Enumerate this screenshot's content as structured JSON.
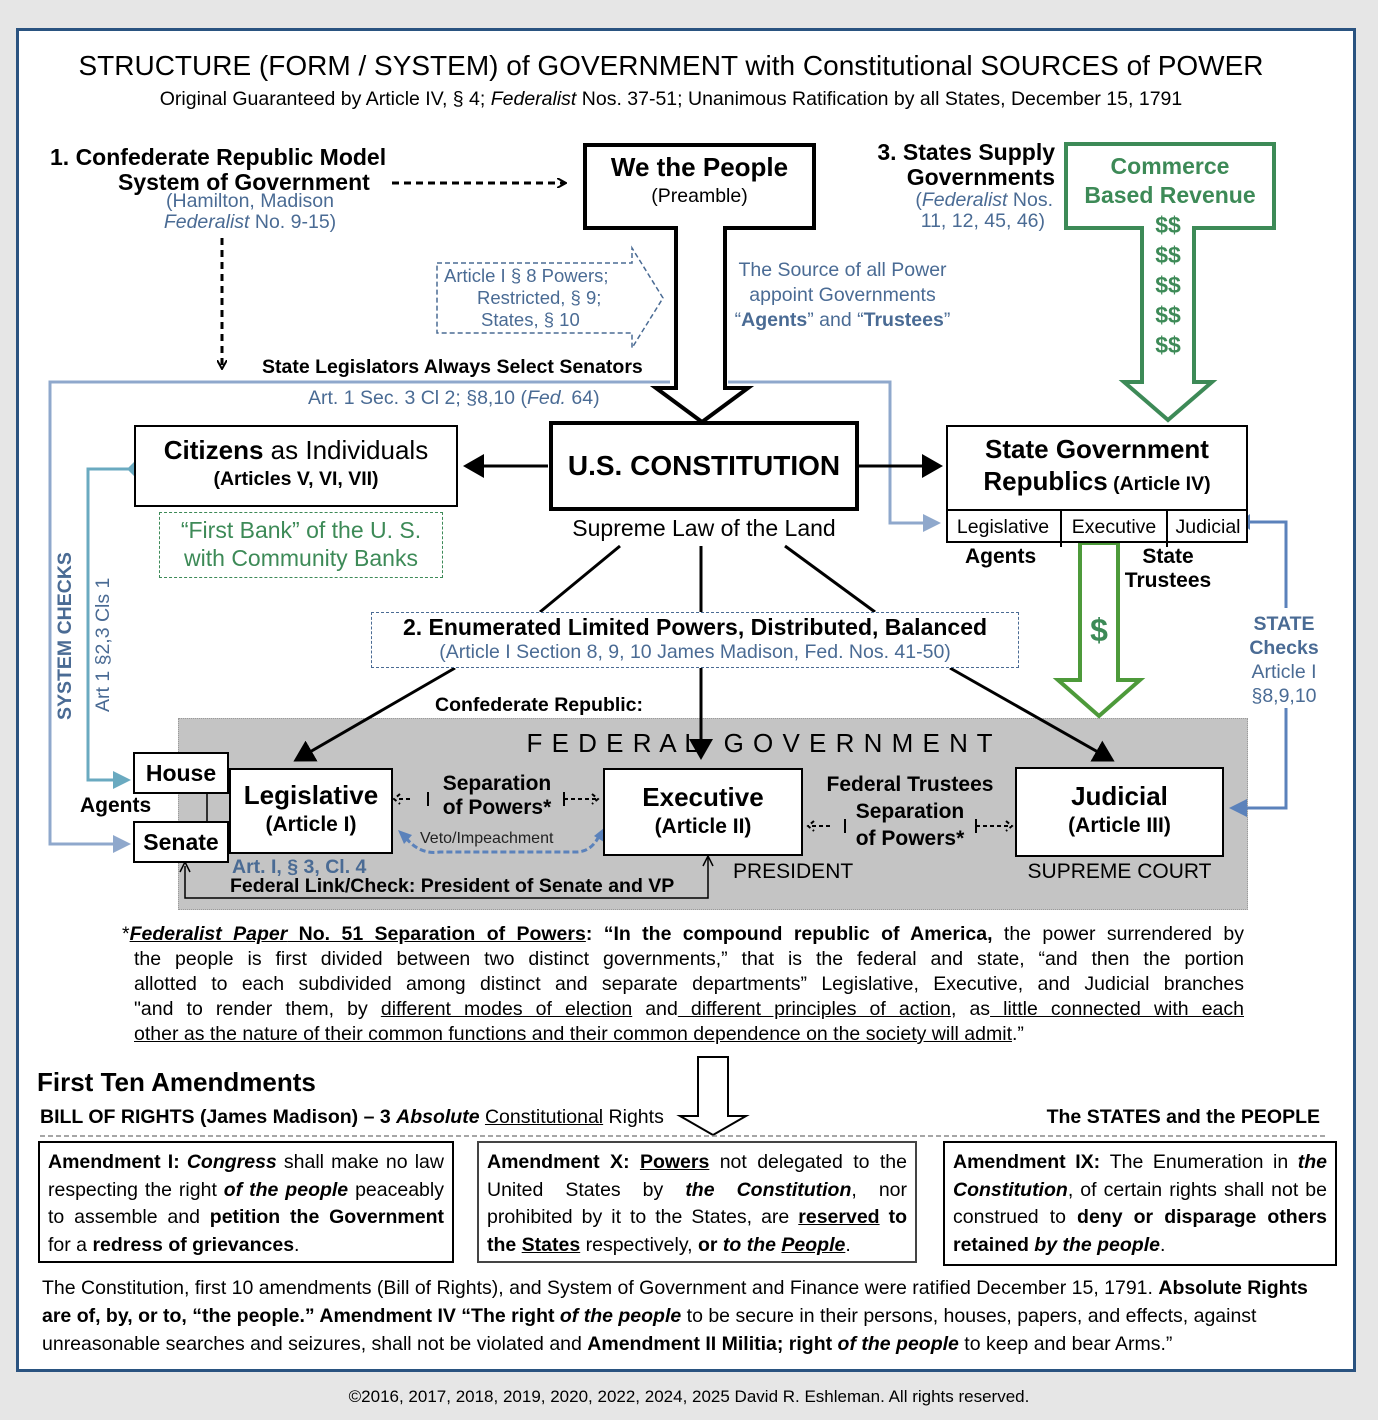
{
  "header": {
    "title": "STRUCTURE (FORM / SYSTEM) of GOVERNMENT with Constitutional SOURCES of POWER",
    "subtitle_a": "Original Guaranteed by Article IV, § 4; ",
    "subtitle_italic": "Federalist",
    "subtitle_b": " Nos. 37-51; Unanimous Ratification by all States, December 15, 1791"
  },
  "model1": {
    "line1": "1. Confederate Republic Model",
    "line2": "System of Government",
    "cite_line1": "(Hamilton, Madison",
    "cite_italic": "Federalist",
    "cite_line2": " No. 9-15)"
  },
  "people": {
    "title": "We the People",
    "sub": "(Preamble)"
  },
  "powers_arrow": {
    "line1": "Article I § 8 Powers;",
    "line2": "Restricted, § 9;",
    "line3": "States, § 10"
  },
  "source": {
    "line1": "The Source of all Power",
    "line2": "appoint Governments",
    "q1": "“",
    "agents": "Agents",
    "mid": "” and “",
    "trustees": "Trustees",
    "q2": "”"
  },
  "model3": {
    "line1": "3. States Supply",
    "line2": "Governments",
    "cite_open": "(",
    "cite_italic": "Federalist",
    "cite_a": " Nos.",
    "cite_b": "11, 12, 45, 46)"
  },
  "revenue": {
    "line1": "Commerce",
    "line2": "Based Revenue",
    "dollars": [
      "$$",
      "$$",
      "$$",
      "$$",
      "$$"
    ],
    "state_dollar": "$"
  },
  "senators": {
    "label": "State Legislators Always Select Senators",
    "cite_a": "Art. 1 Sec. 3 Cl 2; §8,10 (",
    "cite_italic": "Fed.",
    "cite_b": " 64)"
  },
  "citizens": {
    "bold": "Citizens",
    "rest": " as Individuals",
    "sub": "(Articles V, VI, VII)"
  },
  "bank": {
    "line1": "“First Bank” of the U. S.",
    "line2": "with Community Banks"
  },
  "constitution": {
    "title": "U.S. CONSTITUTION",
    "sub": "Supreme Law of the Land"
  },
  "state_gov": {
    "line1": "State Government",
    "line2": "Republics",
    "article": " (Article IV)",
    "branches": [
      "Legislative",
      "Executive",
      "Judicial"
    ],
    "agents": "Agents",
    "trustees1": "State",
    "trustees2": "Trustees"
  },
  "enumerated": {
    "title": "2. Enumerated Limited Powers, Distributed, Balanced",
    "sub": "(Article I Section 8, 9, 10 James Madison, Fed. Nos. 41-50)"
  },
  "system_checks": {
    "label": "SYSTEM CHECKS",
    "cite": "Art 1 §2,3 Cls 1"
  },
  "state_checks": {
    "line1": "STATE",
    "line2": "Checks",
    "line3": "Article I",
    "line4": "§8,9,10"
  },
  "federal": {
    "confederate": "Confederate Republic:",
    "banner": "F E D E R A L   G O V E R N M E N T",
    "house": "House",
    "senate": "Senate",
    "agents": "Agents",
    "legislative": {
      "title": "Legislative",
      "sub": "(Article I)"
    },
    "executive": {
      "title": "Executive",
      "sub": "(Article II)",
      "below": "PRESIDENT"
    },
    "judicial": {
      "title": "Judicial",
      "sub": "(Article III)",
      "below": "SUPREME COURT"
    },
    "sep1_a": "Separation",
    "sep1_b": "of Powers*",
    "veto": "Veto/Impeachment",
    "trustees": "Federal Trustees",
    "sep2_a": "Separation",
    "sep2_b": "of Powers*",
    "art_cite": "Art. I, § 3, Cl. 4",
    "link": "Federal Link/Check: President of Senate and VP"
  },
  "federalist51": {
    "star": "*",
    "t1_italic": "Federalist Paper",
    "t1_rest": " No. 51 Separation of Powers",
    "colon": ": ",
    "q_bold": "“In the compound republic of America,",
    "l1_rest": " the power surrendered by",
    "l2": "the people is first divided between two distinct governments,” that is the federal and state, “and then the portion",
    "l3": "allotted to each subdivided among distinct and separate departments” Legislative, Executive, and Judicial branches",
    "l4_a": "\"and to render them, by ",
    "l4_u1": "different modes of election",
    "l4_b": " and",
    "l4_u2": " different principles of action",
    "l4_c": ", as",
    "l4_u3": " little connected with each",
    "l5_u": "other as the nature of their common functions and their common dependence on the society will admit",
    "l5_end": ".”"
  },
  "amendments": {
    "heading": "First Ten Amendments",
    "bor_a": "BILL OF RIGHTS (James Madison) – 3 ",
    "bor_italic": "Absolute",
    "bor_space": " ",
    "bor_u": "Constitutional",
    "bor_b": " Rights",
    "states_people": "The STATES and the PEOPLE",
    "a1": {
      "label": "Amendment I: ",
      "congress": "Congress",
      "t1": " shall make no law respecting the right ",
      "otp": "of the people",
      "t2": " peaceably to assemble and ",
      "petition": "petition the Government",
      "t3": " for a ",
      "redress": "redress of grievances",
      "t4": "."
    },
    "a10": {
      "label": "Amendment X: ",
      "powers": "Powers",
      "t1": " not delegated to the United States by ",
      "const": "the Constitution",
      "t2": ", nor prohibited by it to the States, are ",
      "reserved": "reserved",
      "t3": " ",
      "tothe": "to the ",
      "states": "States",
      "t4": " respectively, ",
      "or": "or ",
      "tothe2": "to the ",
      "people": "People",
      "t5": "."
    },
    "a9": {
      "label": "Amendment IX: ",
      "t1": "The Enumeration in ",
      "const": "the Constitution",
      "t2": ", of  certain rights shall not be construed to ",
      "deny": "deny or disparage others retained ",
      "btp": "by the people",
      "t3": "."
    }
  },
  "closing": {
    "s1": "The Constitution, first 10 amendments (Bill of Rights), and System of Government and Finance were ratified December 15, 1791.  ",
    "s1_bold": "Absolute Rights are of, by, or to, “the people",
    "s1_end": ".”  ",
    "a4_bold": "Amendment IV “The right ",
    "a4_italic": "of the people",
    "a4_rest": " to be secure in their persons, houses, papers, and effects, against unreasonable searches and seizures, shall not be violated and ",
    "a2_bold": "Amendment II Militia; right ",
    "a2_italic": "of the people",
    "a2_rest": " to keep and bear Arms.”"
  },
  "footer": {
    "copyright": "©2016, 2017, 2018, 2019, 2020, 2022, 2024, 2025 David R. Eshleman. All rights reserved."
  },
  "colors": {
    "frame": "#2a5380",
    "blue_text": "#4a6b94",
    "green": "#3d8a57",
    "light_blue_line": "#8fa8cc",
    "teal_line": "#6aaac0",
    "federal_bg": "#c4c4c4"
  }
}
